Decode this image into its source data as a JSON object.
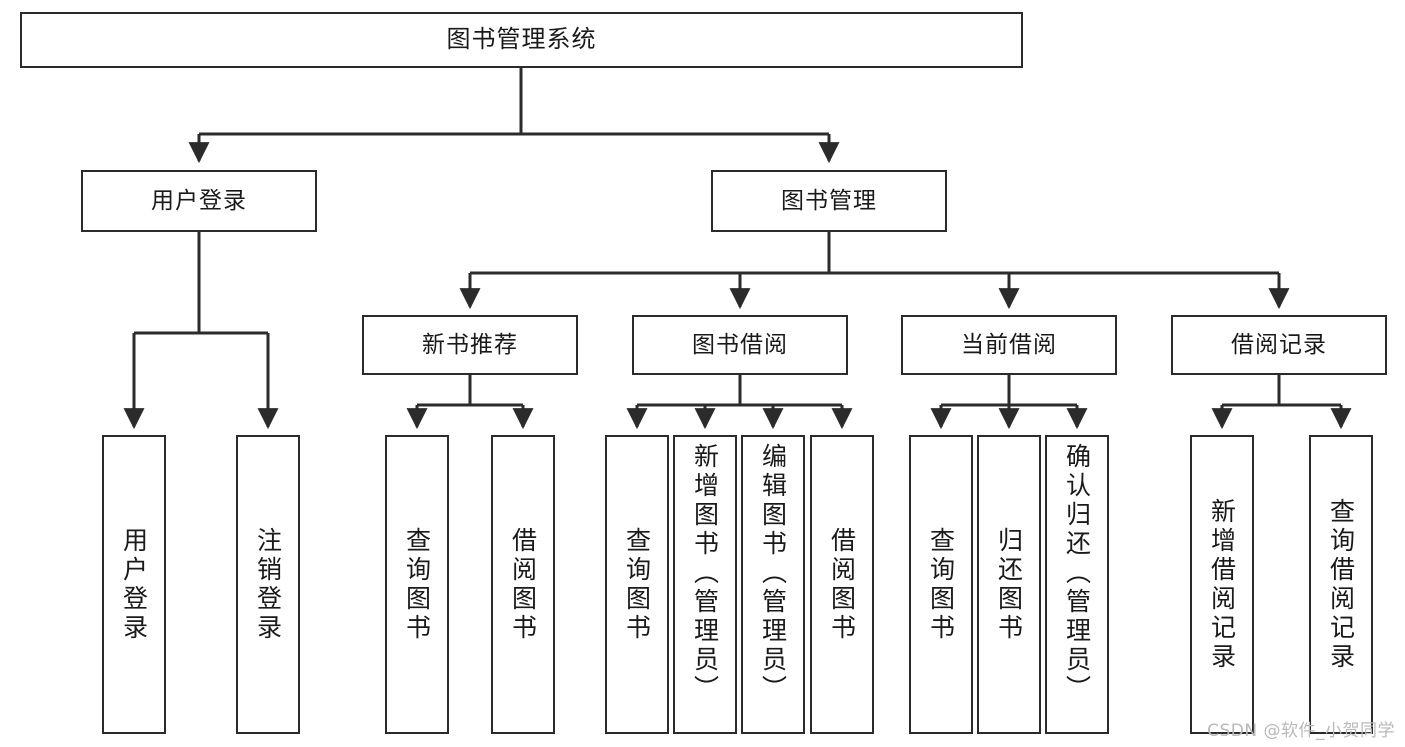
{
  "diagram": {
    "title": "图书管理系统",
    "type": "tree",
    "watermark": "CSDN @软件_小贺同学",
    "colors": {
      "background": "#ffffff",
      "box_border": "#2b2b2b",
      "box_fill": "#ffffff",
      "text": "#1a1a1a",
      "connector": "#2b2b2b",
      "watermark": "#b9b9b9"
    }
  },
  "nodes": {
    "root": {
      "label": "图书管理系统"
    },
    "level2": [
      {
        "label": "用户登录"
      },
      {
        "label": "图书管理"
      }
    ],
    "level3": [
      {
        "label": "新书推荐"
      },
      {
        "label": "图书借阅"
      },
      {
        "label": "当前借阅"
      },
      {
        "label": "借阅记录"
      }
    ],
    "leaves": {
      "user_login": [
        {
          "label": "用户登录"
        },
        {
          "label": "注销登录"
        }
      ],
      "new_book": [
        {
          "label": "查询图书"
        },
        {
          "label": "借阅图书"
        }
      ],
      "book_borrow": [
        {
          "label": "查询图书"
        },
        {
          "label": "新增图书（管理员）"
        },
        {
          "label": "编辑图书（管理员）"
        },
        {
          "label": "借阅图书"
        }
      ],
      "current_borrow": [
        {
          "label": "查询图书"
        },
        {
          "label": "归还图书"
        },
        {
          "label": "确认归还（管理员）"
        }
      ],
      "borrow_record": [
        {
          "label": "新增借阅记录"
        },
        {
          "label": "查询借阅记录"
        }
      ]
    }
  }
}
